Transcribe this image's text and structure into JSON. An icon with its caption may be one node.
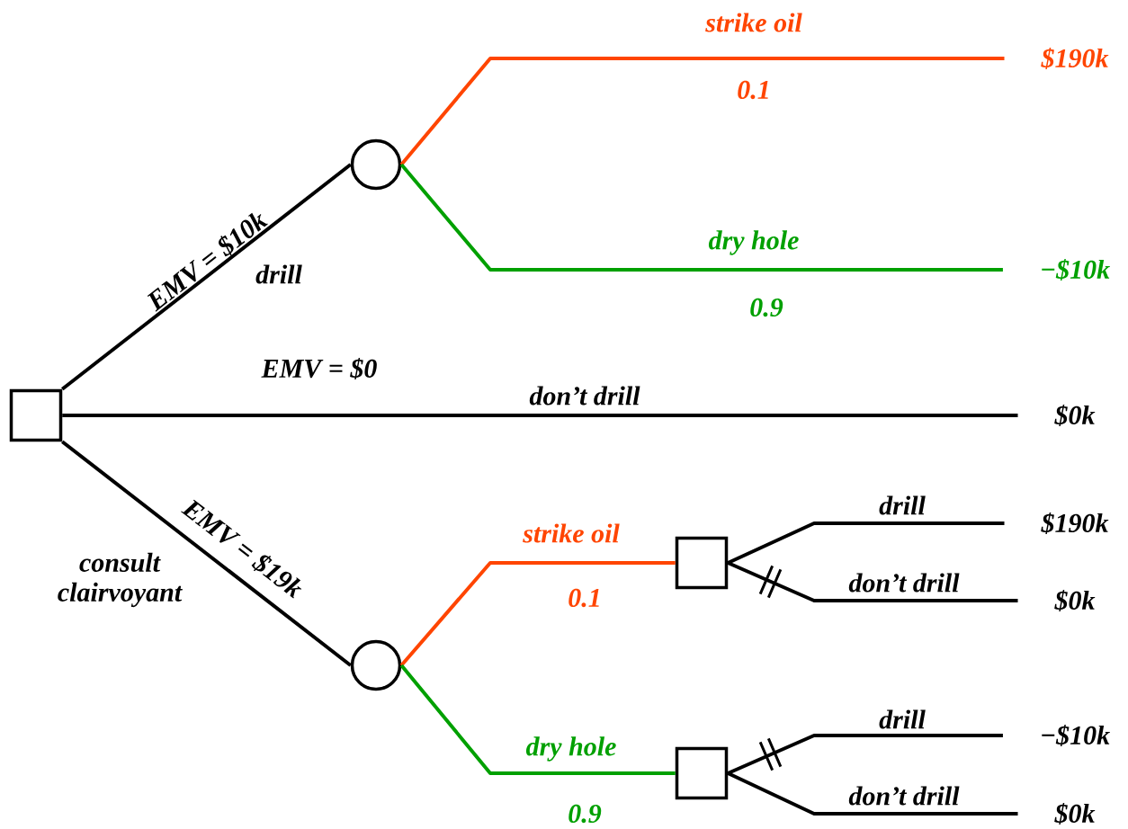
{
  "diagram": {
    "nodes": [
      {
        "text": [],
        "shape": "box"
      },
      {
        "text": [],
        "shape": "circle"
      },
      {
        "text": [],
        "shape": "circle"
      },
      {
        "text": [],
        "shape": "box"
      },
      {
        "text": [],
        "shape": "box"
      },
      {
        "text": [
          "$190k"
        ]
      },
      {
        "text": [
          "−$10k"
        ]
      },
      {
        "text": [
          "$0k"
        ]
      },
      {
        "text": [
          "$190k"
        ]
      },
      {
        "text": [
          "$0k"
        ]
      },
      {
        "text": [
          "−$10k"
        ]
      },
      {
        "text": [
          "$0k"
        ]
      }
    ],
    "edges": [
      {
        "from": 0,
        "to": 1,
        "arrow": "none",
        "label": "drill"
      },
      {
        "from": 0,
        "to": 7,
        "arrow": "none",
        "label": "don’t drill"
      },
      {
        "from": 0,
        "to": 2,
        "arrow": "none",
        "label": "consult clairvoyant"
      },
      {
        "from": 1,
        "to": 5,
        "arrow": "none",
        "label": "strike oil",
        "color": "#ff4500"
      },
      {
        "from": 1,
        "to": 6,
        "arrow": "none",
        "label": "dry hole",
        "color": "#00a000"
      },
      {
        "from": 2,
        "to": 3,
        "arrow": "none",
        "label": "strike oil",
        "color": "#ff4500"
      },
      {
        "from": 2,
        "to": 4,
        "arrow": "none",
        "label": "dry hole",
        "color": "#00a000"
      },
      {
        "from": 3,
        "to": 8,
        "arrow": "none",
        "label": "drill"
      },
      {
        "from": 3,
        "to": 9,
        "arrow": "none",
        "label": "don’t drill"
      },
      {
        "from": 4,
        "to": 10,
        "arrow": "none",
        "label": "drill"
      },
      {
        "from": 4,
        "to": 11,
        "arrow": "none",
        "label": "don’t drill"
      }
    ],
    "labels": [
      "EMV = $10k",
      "EMV = $0",
      "EMV = $19k",
      "0.1",
      "0.9",
      "0.1",
      "0.9"
    ]
  }
}
